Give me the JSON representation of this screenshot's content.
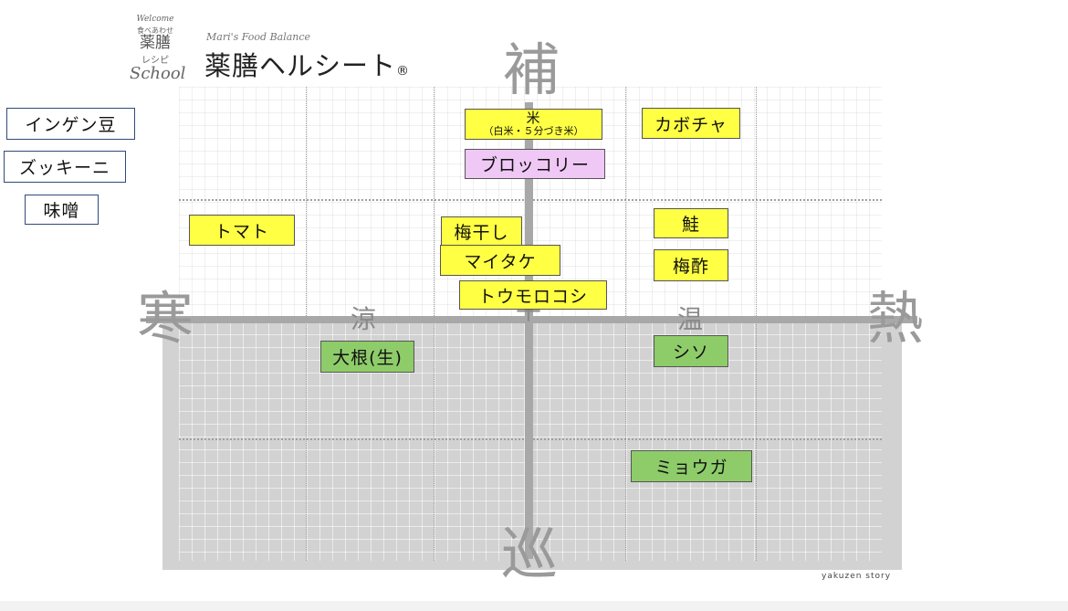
{
  "logo": {
    "welcome": "Welcome",
    "tabeawase": "食べあわせ",
    "yakuzen": "薬膳",
    "recipe": "レシピ",
    "school": "School",
    "subtitle": "Mari's Food Balance",
    "title": "薬膳ヘルシート",
    "mark": "®"
  },
  "axis_labels": {
    "top": "補",
    "bottom": "巡",
    "left": "寒",
    "right": "熱",
    "cool": "涼",
    "neutral": "平",
    "warm": "温"
  },
  "side_items": [
    "インゲン豆",
    "ズッキーニ",
    "味噌"
  ],
  "items": [
    {
      "label": "米",
      "sub": "（白米・５分づき米）",
      "color": "#ffff44"
    },
    {
      "label": "カボチャ",
      "color": "#ffff44"
    },
    {
      "label": "ブロッコリー",
      "color": "#f0c8f5"
    },
    {
      "label": "トマト",
      "color": "#ffff44"
    },
    {
      "label": "梅干し",
      "color": "#ffff44"
    },
    {
      "label": "マイタケ",
      "color": "#ffff44"
    },
    {
      "label": "トウモロコシ",
      "color": "#ffff44"
    },
    {
      "label": "鮭",
      "color": "#ffff44"
    },
    {
      "label": "梅酢",
      "color": "#ffff44"
    },
    {
      "label": "大根(生)",
      "color": "#8ecc6a"
    },
    {
      "label": "シソ",
      "color": "#8ecc6a"
    },
    {
      "label": "ミョウガ",
      "color": "#8ecc6a"
    }
  ],
  "credit": "yakuzen story"
}
